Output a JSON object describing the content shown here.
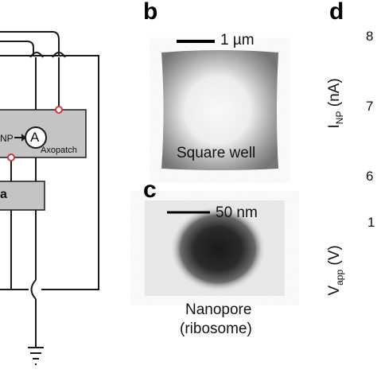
{
  "panels": {
    "b": {
      "letter": "b",
      "scalebar_label": "1 µm",
      "caption": "Square well"
    },
    "c": {
      "letter": "c",
      "scalebar_label": "50 nm",
      "caption_line1": "Nanopore",
      "caption_line2": "(ribosome)"
    },
    "d": {
      "letter": "d",
      "ylabel_top_main": "I",
      "ylabel_top_sub": "NP",
      "ylabel_top_unit": " (nA)",
      "ylabel_bottom_main": "V",
      "ylabel_bottom_sub": "app",
      "ylabel_bottom_unit": " (V)",
      "ticks_top": [
        "8",
        "7",
        "6"
      ],
      "ticks_bottom": [
        "1"
      ]
    }
  },
  "circuit": {
    "current_label": "NP",
    "ammeter_symbol": "A",
    "amplifier_label": "Axopatch",
    "box_fragment": "a",
    "colors": {
      "box_fill": "#c4c4c4",
      "terminal": "#d0383a",
      "wire": "#1a1a1a"
    }
  }
}
